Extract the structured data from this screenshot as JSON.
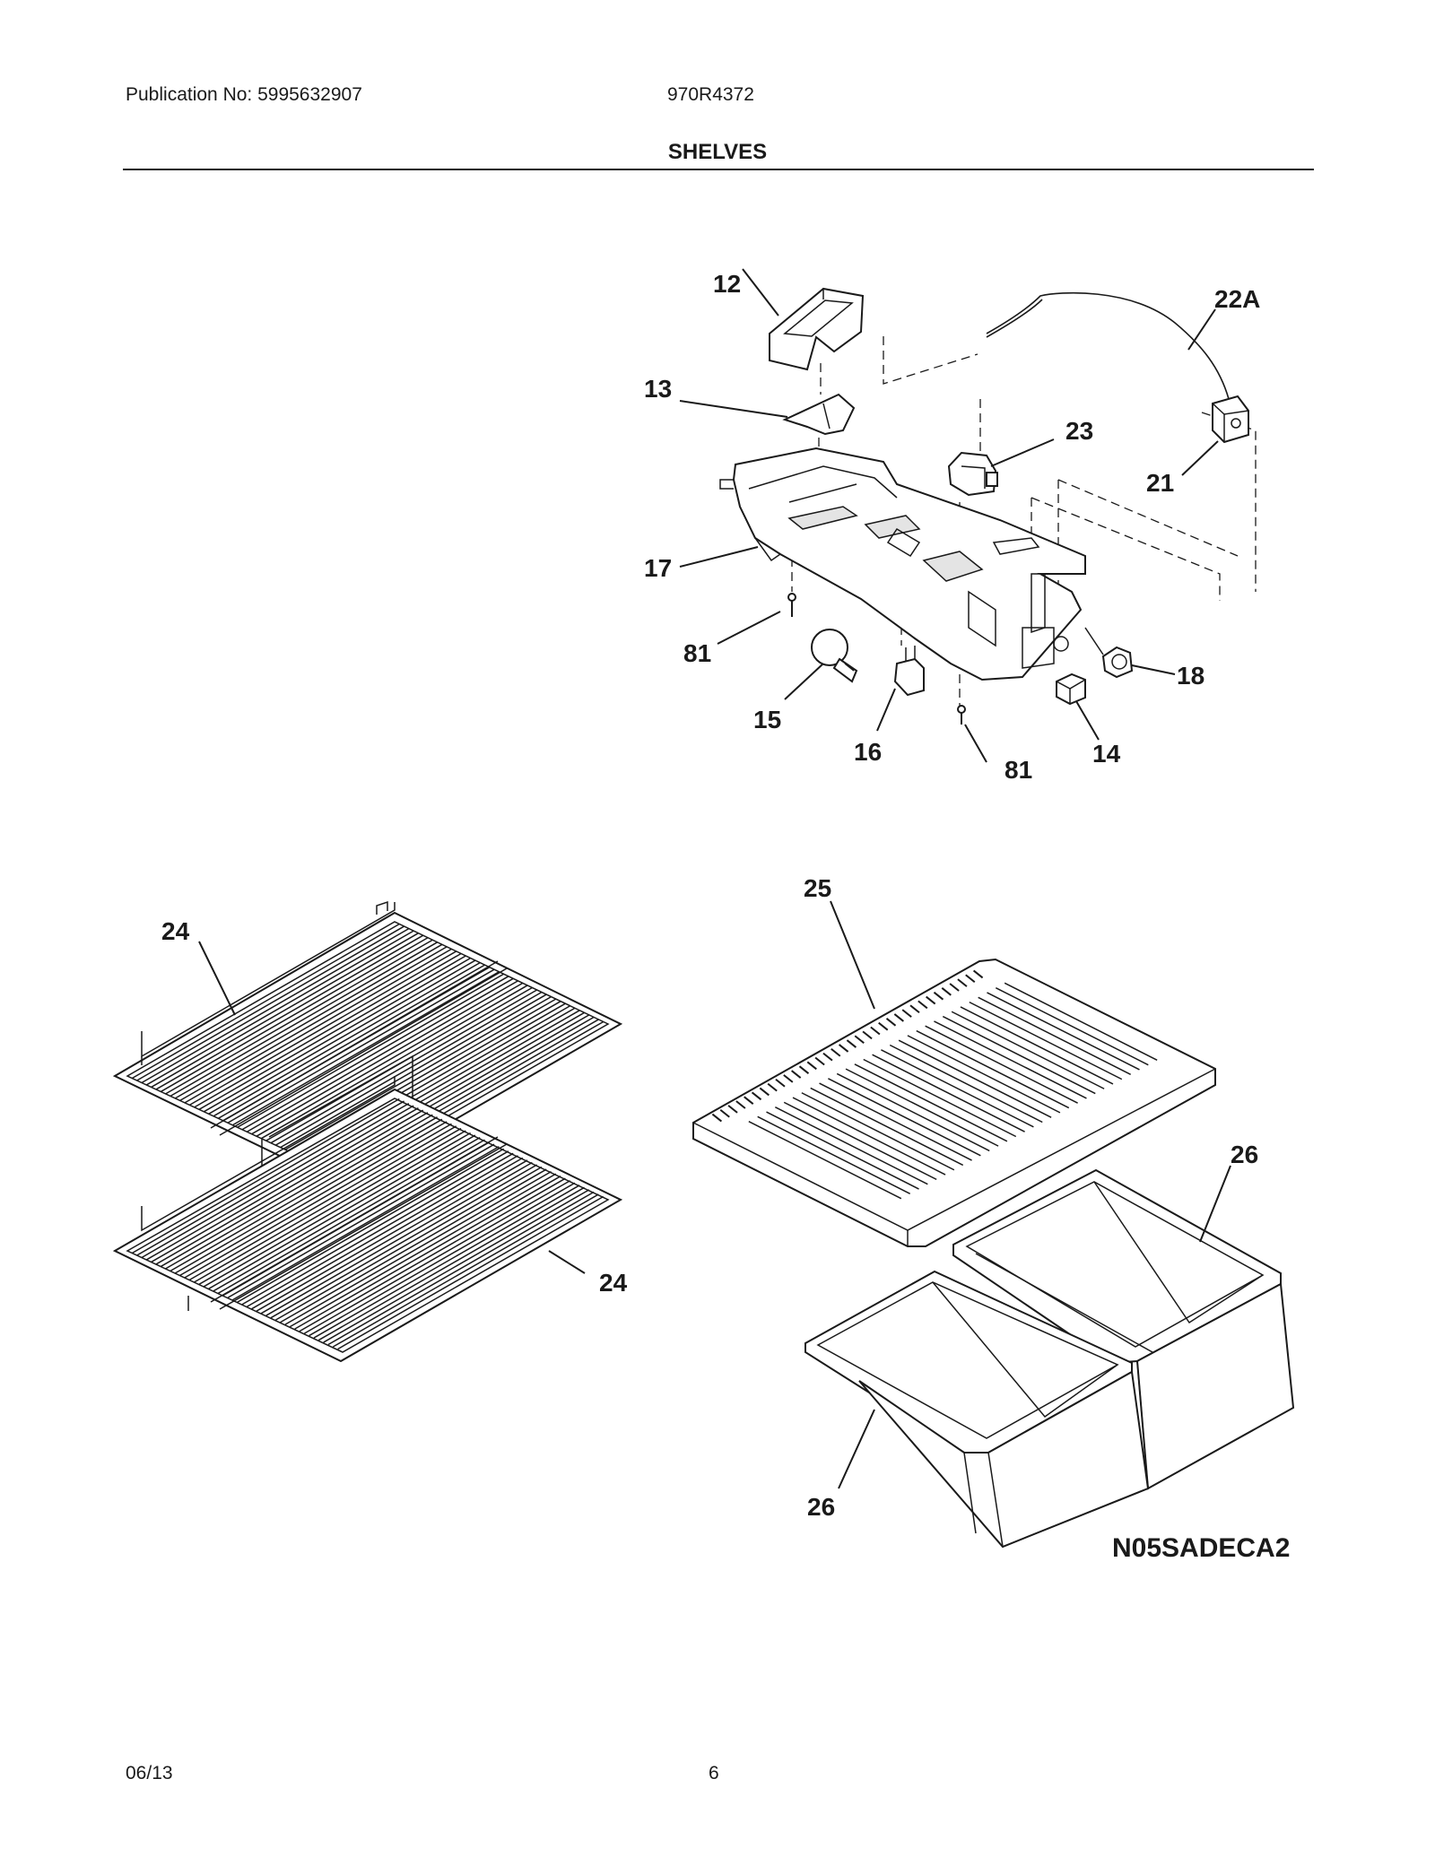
{
  "header": {
    "publication": "Publication No: 5995632907",
    "model": "970R4372",
    "title": "SHELVES"
  },
  "diagram": {
    "code": "N05SADECA2",
    "callouts": [
      "12",
      "22A",
      "13",
      "23",
      "21",
      "17",
      "81",
      "18",
      "15",
      "16",
      "81",
      "14",
      "24",
      "25",
      "26",
      "24",
      "26"
    ]
  },
  "footer": {
    "date": "06/13",
    "page": "6"
  }
}
